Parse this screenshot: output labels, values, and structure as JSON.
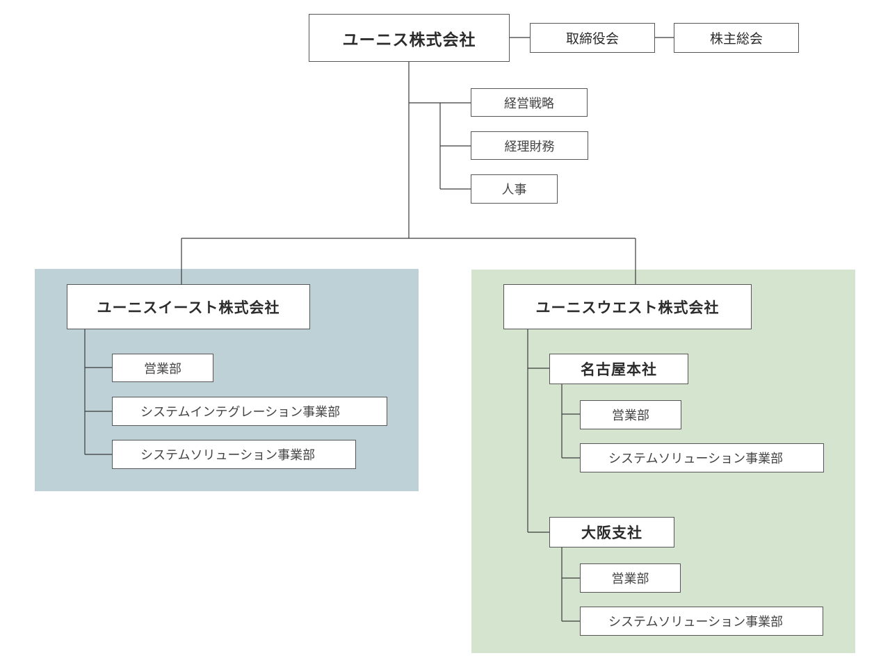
{
  "colors": {
    "east_region_bg": "#bed1d6",
    "west_region_bg": "#d5e4cf",
    "box_border": "#555555",
    "line": "#3a3a3a"
  },
  "top": {
    "company": "ユーニス株式会社",
    "board": "取締役会",
    "shareholders": "株主総会",
    "staff": [
      "経営戦略",
      "経理財務",
      "人事"
    ]
  },
  "east": {
    "company": "ユーニスイースト株式会社",
    "departments": [
      "営業部",
      "システムインテグレーション事業部",
      "システムソリューション事業部"
    ]
  },
  "west": {
    "company": "ユーニスウエスト株式会社",
    "nagoya": {
      "name": "名古屋本社",
      "departments": [
        "営業部",
        "システムソリューション事業部"
      ]
    },
    "osaka": {
      "name": "大阪支社",
      "departments": [
        "営業部",
        "システムソリューション事業部"
      ]
    }
  }
}
